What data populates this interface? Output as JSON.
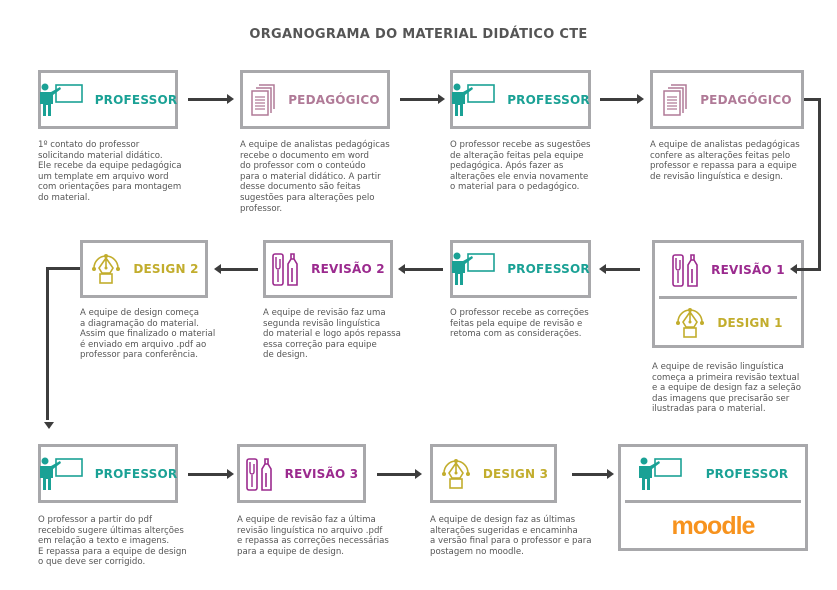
{
  "title": "ORGANOGRAMA DO MATERIAL DIDÁTICO CTE",
  "colors": {
    "professor": "#1aa195",
    "pedagogico": "#b07a97",
    "revisao": "#9b2a8e",
    "design": "#c2ad2d",
    "border": "#a8a8ab",
    "moodle": "#f7931e"
  },
  "nodes": [
    {
      "cells": [
        {
          "label": "PROFESSOR",
          "icon": "teacher-icon"
        }
      ],
      "desc": "1º contato do professor\nsolicitando material didático.\nEle recebe da equipe pedagógica\num template em arquivo word\ncom orientações para montagem\ndo material."
    },
    {
      "cells": [
        {
          "label": "PEDAGÓGICO",
          "icon": "documents-icon"
        }
      ],
      "desc": "A equipe de analistas pedagógicas\nrecebe o documento em word\ndo professor com o conteúdo\npara o material didático. A partir\ndesse documento são feitas\nsugestões para alterações pelo\nprofessor."
    },
    {
      "cells": [
        {
          "label": "PROFESSOR",
          "icon": "teacher-icon"
        }
      ],
      "desc": "O professor recebe as sugestões\nde alteração feitas pela equipe\npedagógica. Após fazer as\nalterações ele envia novamente\no material para o pedagógico."
    },
    {
      "cells": [
        {
          "label": "PEDAGÓGICO",
          "icon": "documents-icon"
        }
      ],
      "desc": "A equipe de analistas pedagógicas\nconfere as alterações feitas pelo\nprofessor e repassa para a equipe\nde revisão linguística e design."
    },
    {
      "cells": [
        {
          "label": "REVISÃO 1",
          "icon": "markers-icon"
        },
        {
          "label": "DESIGN 1",
          "icon": "pen-nib-icon"
        }
      ],
      "desc": "A equipe de revisão linguística\ncomeça a primeira revisão textual\ne a equipe de design faz a seleção\ndas imagens que precisarão ser\nilustradas para o material."
    },
    {
      "cells": [
        {
          "label": "PROFESSOR",
          "icon": "teacher-icon"
        }
      ],
      "desc": "O professor recebe as correções\nfeitas pela equipe de revisão e\nretoma com as considerações."
    },
    {
      "cells": [
        {
          "label": "REVISÃO 2",
          "icon": "markers-icon"
        }
      ],
      "desc": "A equipe de revisão faz uma\nsegunda revisão linguística\ndo material e logo após repassa\nessa correção para equipe\nde design."
    },
    {
      "cells": [
        {
          "label": "DESIGN 2",
          "icon": "pen-nib-icon"
        }
      ],
      "desc": "A equipe de design começa\na diagramação do material.\nAssim que finalizado o material\né enviado em arquivo .pdf ao\nprofessor para conferência."
    },
    {
      "cells": [
        {
          "label": "PROFESSOR",
          "icon": "teacher-icon"
        }
      ],
      "desc": "O professor a partir do pdf\nrecebido sugere últimas alterções\nem relação a texto e imagens.\nE repassa para a equipe de design\no que deve ser corrigido."
    },
    {
      "cells": [
        {
          "label": "REVISÃO 3",
          "icon": "markers-icon"
        }
      ],
      "desc": "A equipe de revisão faz a última\nrevisão linguística no arquivo .pdf\ne repassa as correções necessárias\npara a equipe de design."
    },
    {
      "cells": [
        {
          "label": "DESIGN 3",
          "icon": "pen-nib-icon"
        }
      ],
      "desc": "A equipe de design faz as últimas\nalterações sugeridas e encaminha\na versão final para o professor e para\npostagem no moodle."
    },
    {
      "cells": [
        {
          "label": "PROFESSOR",
          "icon": "teacher-icon"
        },
        {
          "label": "moodle",
          "icon": "moodle-logo"
        }
      ],
      "desc": ""
    }
  ]
}
